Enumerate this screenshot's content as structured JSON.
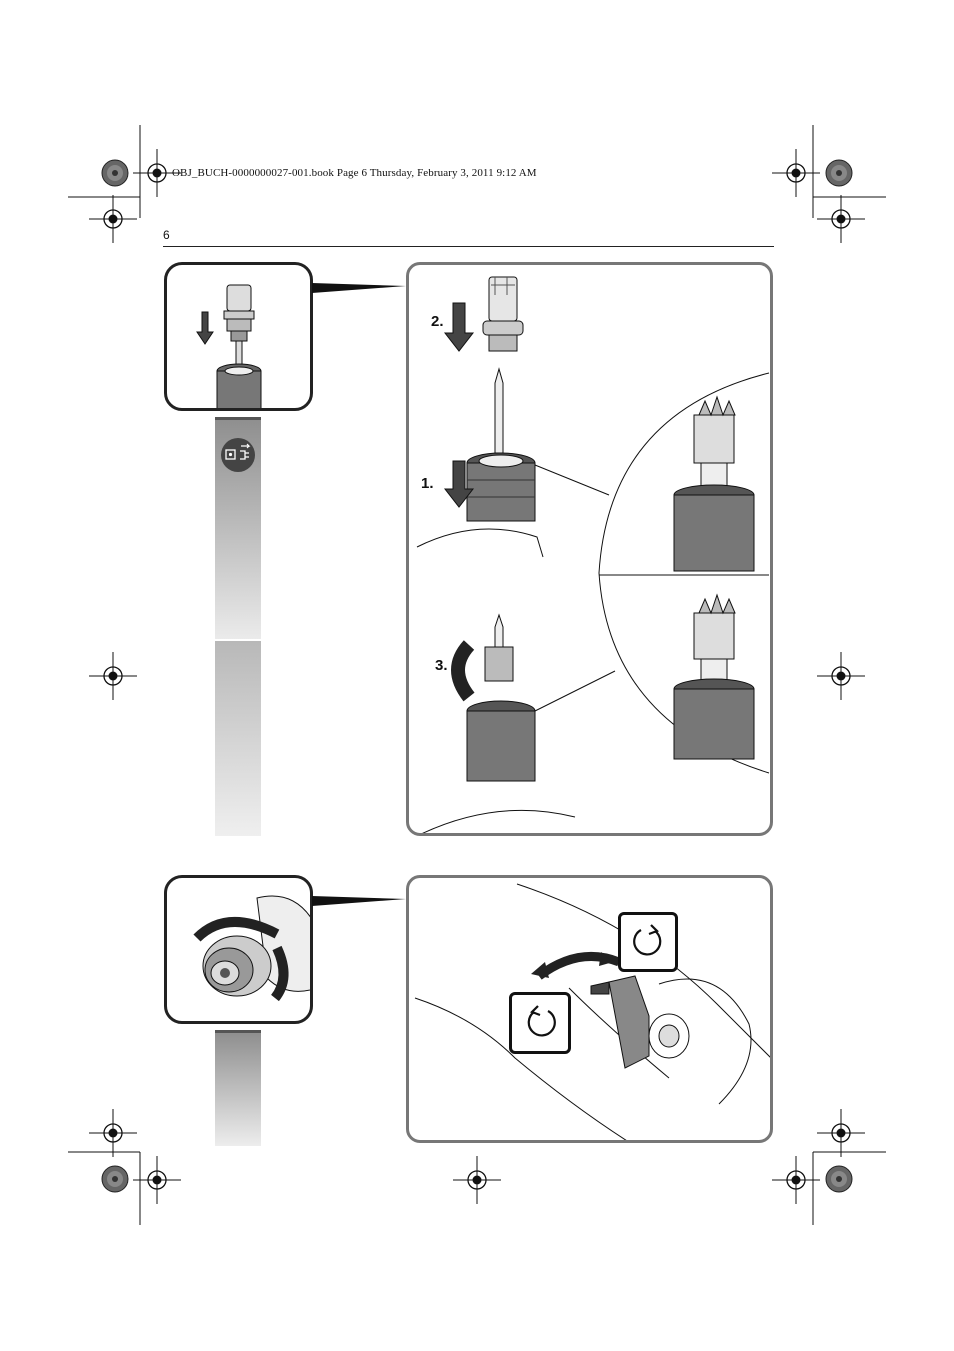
{
  "header": {
    "text": "OBJ_BUCH-0000000027-001.book  Page 6  Thursday, February 3, 2011  9:12 AM",
    "page_number": "6"
  },
  "figure1": {
    "steps": [
      "1.",
      "2.",
      "3."
    ]
  },
  "icons": {
    "unplug": "unplug-icon",
    "rotate_right": "rotate-clockwise-icon",
    "rotate_left": "rotate-counterclockwise-icon"
  }
}
